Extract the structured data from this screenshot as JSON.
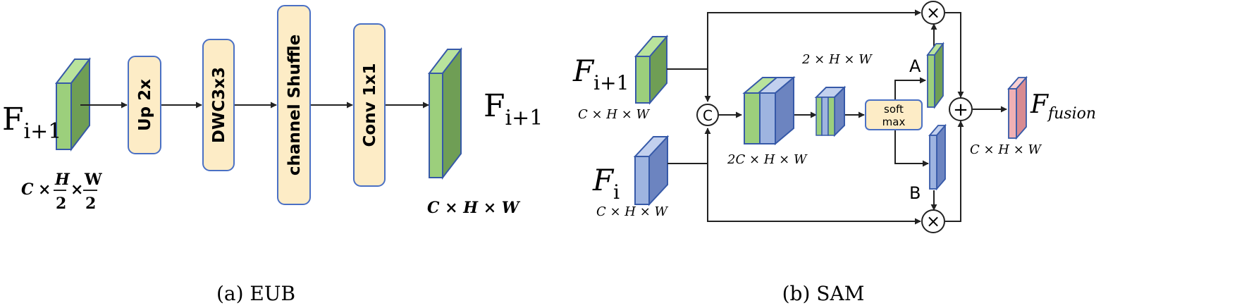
{
  "colors": {
    "green_face": "#9ccf7c",
    "green_side": "#6f9e55",
    "green_top": "#b9e39c",
    "blue_face": "#9eb4e0",
    "blue_side": "#6c84c0",
    "blue_top": "#c2d0ee",
    "pink_face": "#f0b0b4",
    "pink_side": "#d88b92",
    "pink_top": "#f8cfd2",
    "box_fill": "#fdecc6",
    "box_stroke": "#4a70c4",
    "cube_stroke": "#3659a8",
    "line": "#222222"
  },
  "eub": {
    "input_label": {
      "base": "F",
      "sub": "i+1"
    },
    "input_dim": {
      "c": "C",
      "times1": "×",
      "h": "H",
      "two1": "2",
      "times2": "×",
      "w": "W",
      "two2": "2"
    },
    "blocks": [
      "Up 2x",
      "DWC3x3",
      "channel Shuffle",
      "Conv 1x1"
    ],
    "output_label": {
      "base": "F",
      "sub": "i+1"
    },
    "output_dim": "C × H × W",
    "caption": "(a) EUB"
  },
  "sam": {
    "input1_label": {
      "base": "F",
      "sub": "i+1"
    },
    "input1_dim": "C × H × W",
    "input2_label": {
      "base": "F",
      "sub": "i"
    },
    "input2_dim": "C × H × W",
    "concat_symbol": "C",
    "concat_dim": "2C × H × W",
    "reduced_dim": "2 × H × W",
    "softmax_line1": "soft",
    "softmax_line2": "max",
    "branch_a": "A",
    "branch_b": "B",
    "multiply_symbol": "×",
    "add_symbol": "+",
    "output_label": {
      "base": "F",
      "sub": "fusion"
    },
    "output_dim": "C × H × W",
    "caption": "(b) SAM"
  }
}
